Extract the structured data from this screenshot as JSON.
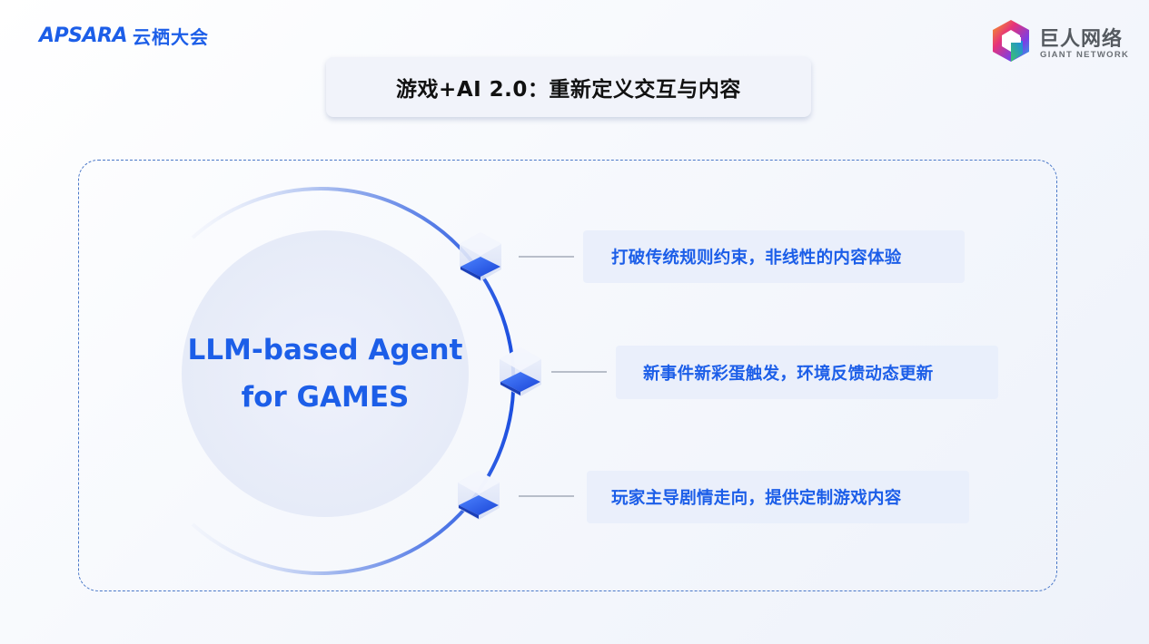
{
  "header": {
    "apsara_wordmark": "APSARA",
    "apsara_cn": "云栖大会",
    "giant_cn": "巨人网络",
    "giant_en": "GIANT NETWORK"
  },
  "title": "游戏+AI 2.0：重新定义交互与内容",
  "diagram": {
    "center_line1": "LLM-based Agent",
    "center_line2": "for GAMES",
    "items": [
      {
        "label": "打破传统规则约束，非线性的内容体验"
      },
      {
        "label": "新事件新彩蛋触发，环境反馈动态更新"
      },
      {
        "label": "玩家主导剧情走向，提供定制游戏内容"
      }
    ]
  },
  "colors": {
    "accent": "#1c5ee8",
    "panel": "#e8edfa",
    "dashed_border": "#4a78c8"
  }
}
